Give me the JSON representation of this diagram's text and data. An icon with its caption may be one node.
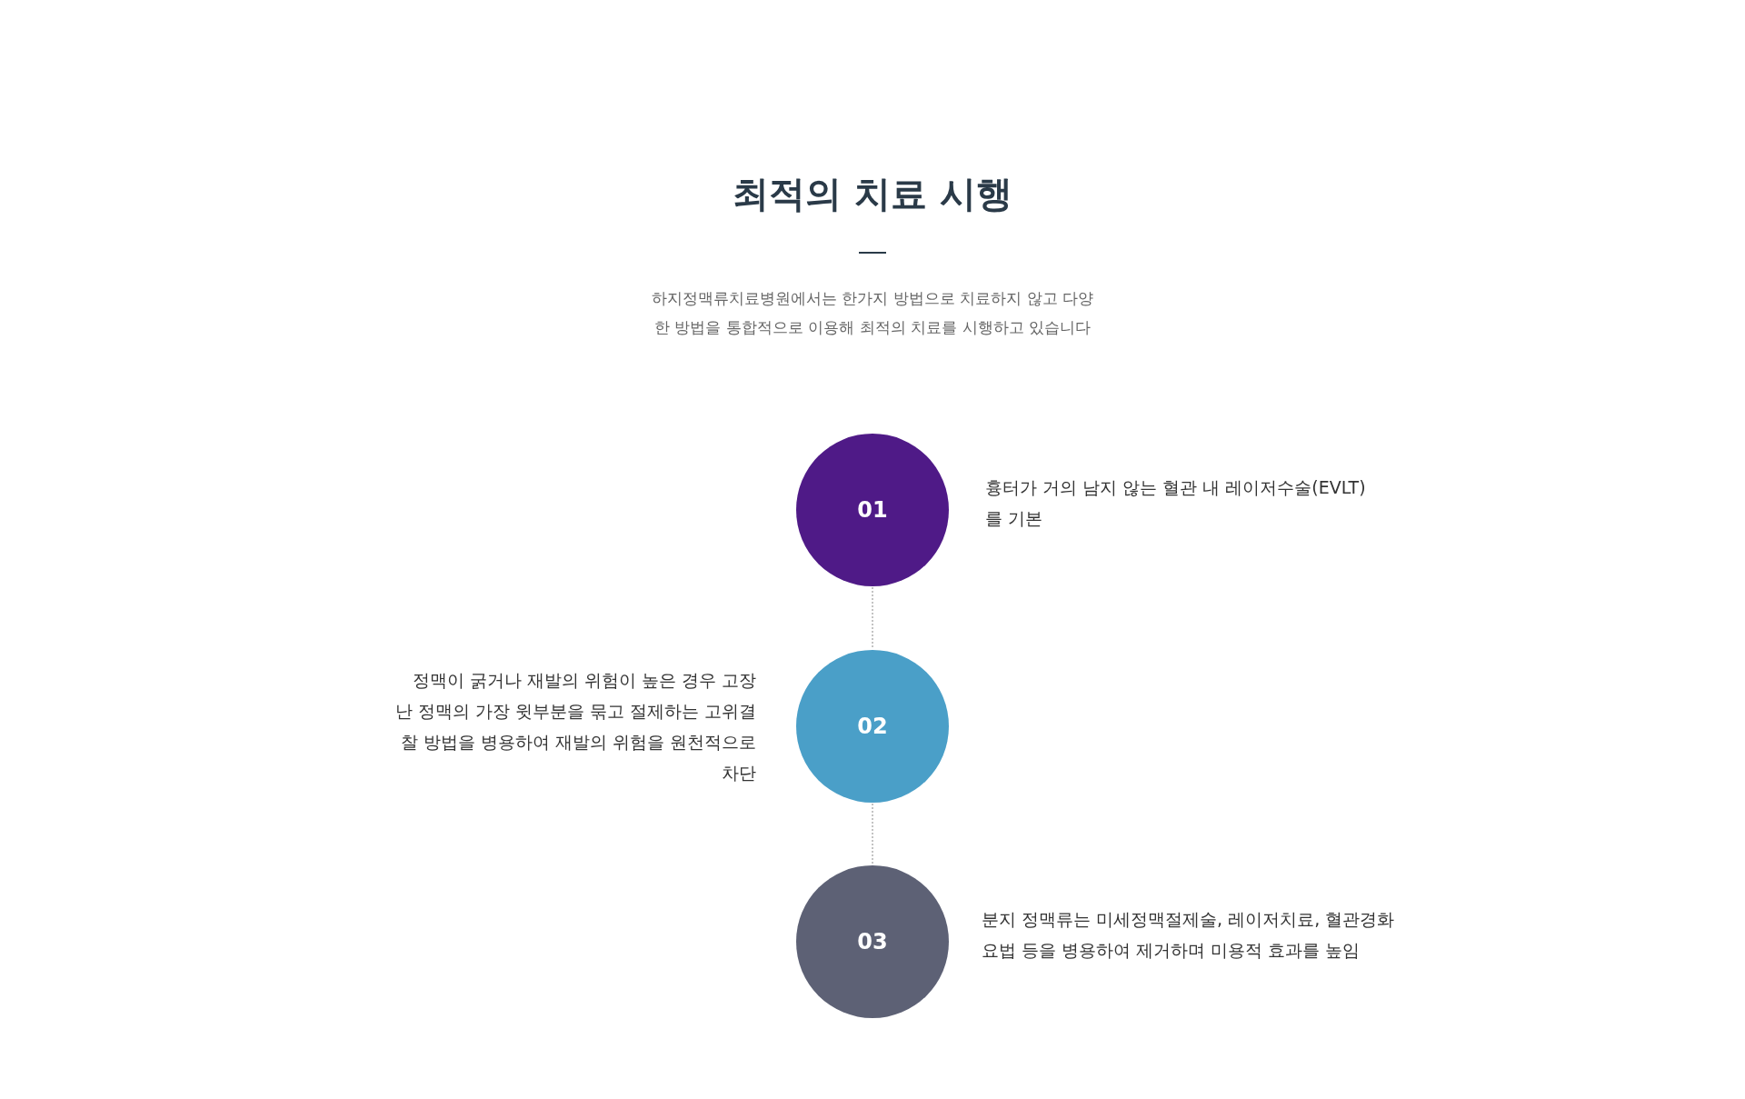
{
  "diagram": {
    "title": "최적의 치료 시행",
    "nodes": [
      {
        "text": [
          "01"
        ],
        "beside": [
          "흉터가 거의 남지 않는 혈관 내 레이저수술(EVLT)를 기본"
        ]
      },
      {
        "text": [
          "02"
        ],
        "beside": [
          "정맥이 굵거나 재발의 위험이 높은 경우 고장 난 정맥의 가장 윗부분을 묶고 절제하는 고위결찰 방법을 병용하여 재발의 위험을 원천적으로 차단"
        ]
      },
      {
        "text": [
          "03"
        ],
        "beside": [
          "분지 정맥류는 미세정맥절제술, 레이저치료, 혈관경화요법 등을 병용하여 제거하며 미용적 효과를 높임"
        ]
      }
    ],
    "edges": [
      {
        "from": 0,
        "to": 1,
        "arrow": "none",
        "style": "dashed"
      },
      {
        "from": 1,
        "to": 2,
        "arrow": "none",
        "style": "dashed"
      }
    ],
    "labels": [
      "하지정맥류치료병원에서는 한가지 방법으로 치료하지 않고 다양한 방법을 통합적으로 이용해 최적의 치료를 시행하고 있습니다"
    ]
  }
}
